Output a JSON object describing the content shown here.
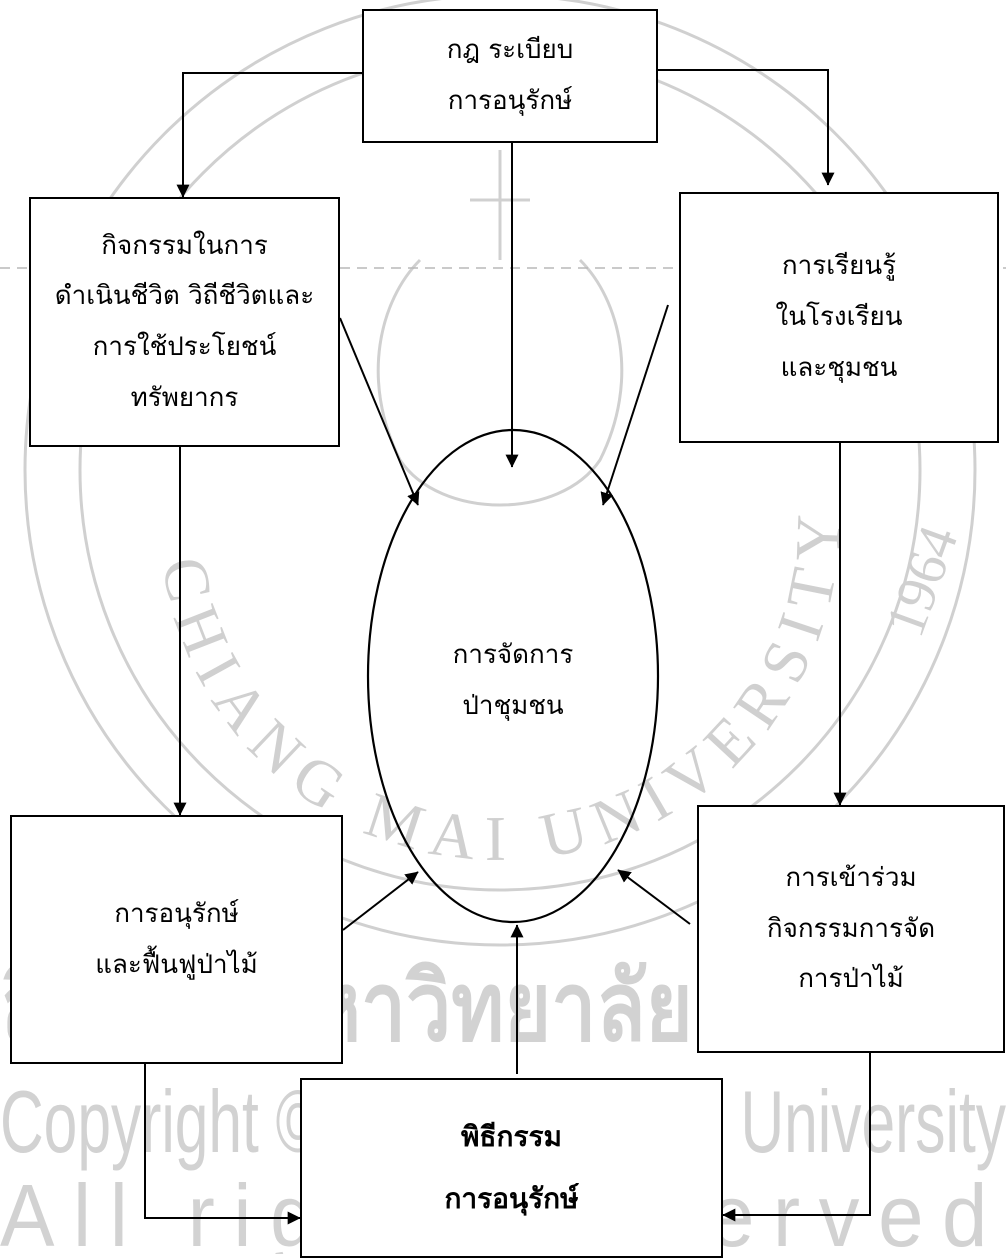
{
  "watermark": {
    "ring_text": "CHIANG MAI UNIVERSITY",
    "year": "1964",
    "thai_line": "ลิขสิทธิ์มหาวิทยาลัยเชียงใหม่",
    "copyright_line": "Copyright © by Chiang Mai University",
    "rights_line": "All rights reserved",
    "color": "#c8c8c8"
  },
  "center": {
    "lines": [
      "การจัดการ",
      "ป่าชุมชน"
    ]
  },
  "boxes": {
    "rules": {
      "lines": [
        "กฎ ระเบียบ",
        "การอนุรักษ์"
      ]
    },
    "livelihood": {
      "lines": [
        "กิจกรรมในการ",
        "ดำเนินชีวิต วิถีชีวิตและ",
        "การใช้ประโยชน์",
        "ทรัพยากร"
      ]
    },
    "learning": {
      "lines": [
        "การเรียนรู้",
        "ในโรงเรียน",
        "และชุมชน"
      ]
    },
    "conservation": {
      "lines": [
        "การอนุรักษ์",
        "และฟื้นฟูป่าไม้"
      ]
    },
    "participation": {
      "lines": [
        "การเข้าร่วม",
        "กิจกรรมการจัด",
        "การป่าไม้"
      ]
    },
    "ceremony": {
      "lines": [
        "พิธีกรรม",
        "การอนุรักษ์"
      ]
    }
  }
}
